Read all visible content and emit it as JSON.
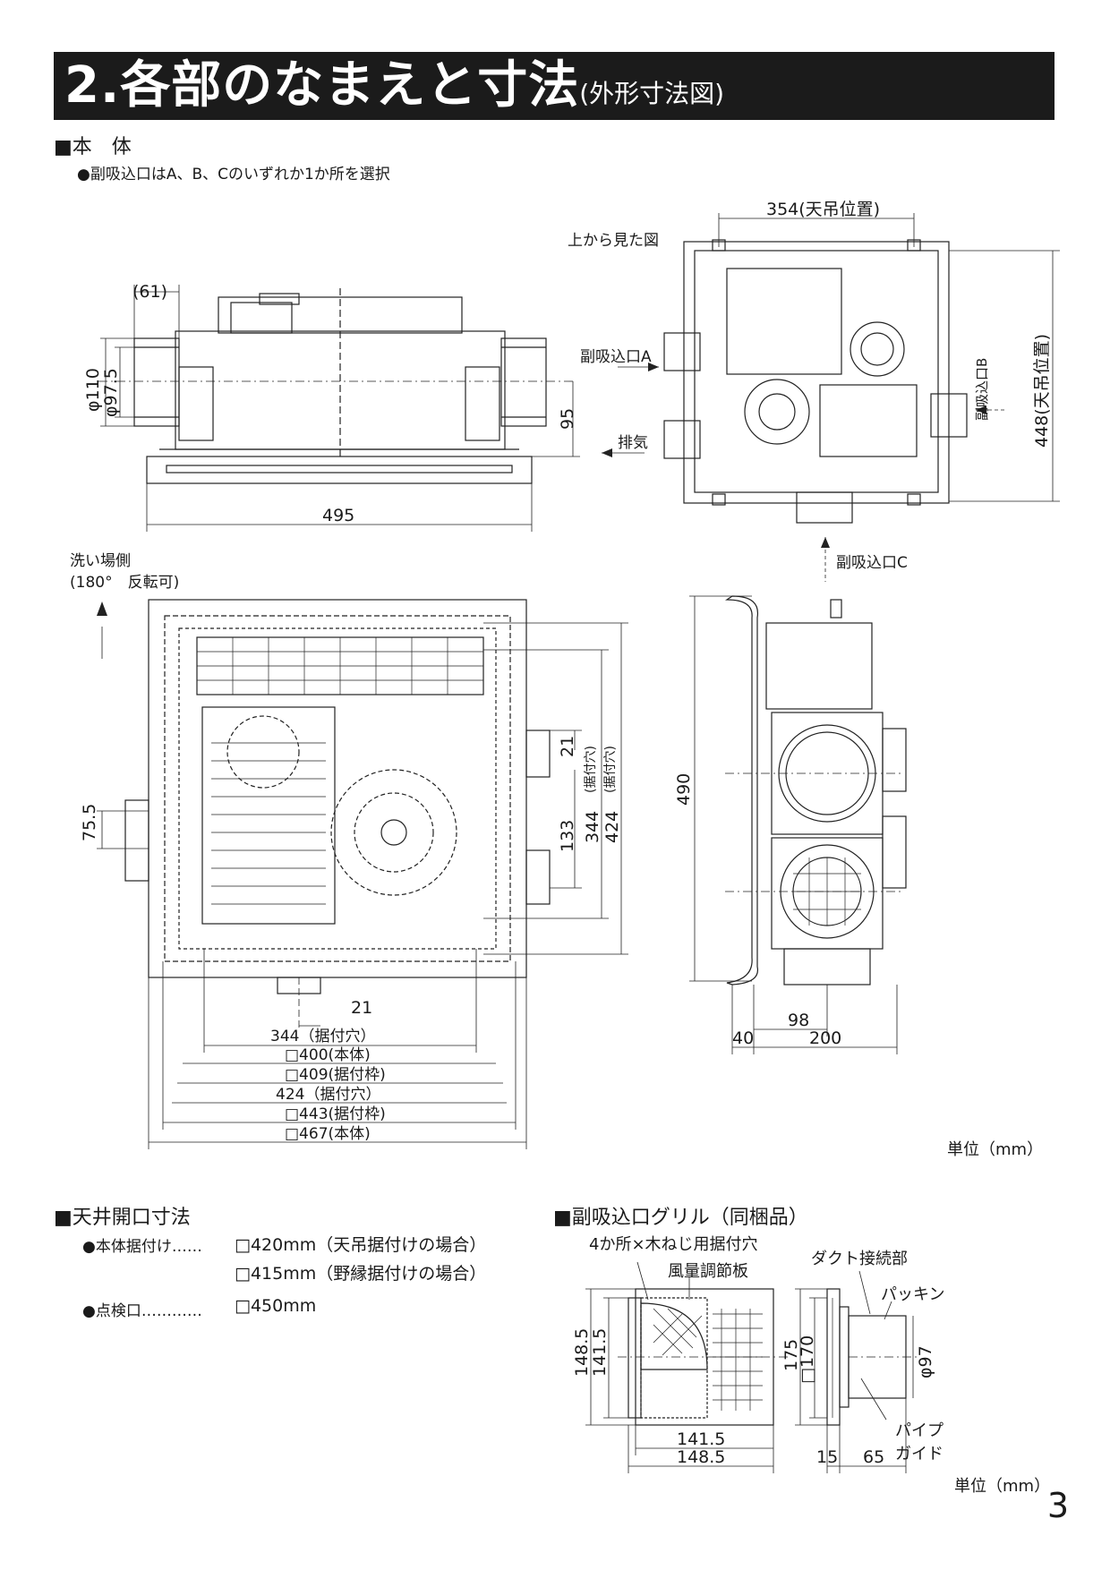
{
  "header": {
    "title": "2.各部のなまえと寸法",
    "subtitle": "(外形寸法図)"
  },
  "main_body": {
    "heading": "■本　体",
    "note": "●副吸込口はA、B、Cのいずれか1か所を選択"
  },
  "front_view": {
    "dims": {
      "d61": "(61)",
      "d110": "φ110",
      "d97_5": "φ97.5",
      "d95": "95",
      "d495": "495"
    }
  },
  "top_view": {
    "label": "上から見た図",
    "dims": {
      "d354": "354(天吊位置)",
      "d448": "448(天吊位置)"
    },
    "labels": {
      "inlet_a": "副吸込口A",
      "inlet_b": "副吸込口B",
      "inlet_c": "副吸込口C",
      "exhaust": "排気"
    }
  },
  "bottom_view": {
    "orientation": [
      "洗い場側",
      "(180°　反転可)"
    ],
    "dims": {
      "d75_5": "75.5",
      "d21_v": "21",
      "d133": "133",
      "d344_v": "344",
      "d424_v": "424",
      "d344_v_note": "(据付穴)",
      "d424_v_note": "(据付穴)",
      "d21_h": "21",
      "d344_h": "344（据付穴）",
      "d400": "□400(本体)",
      "d409": "□409(据付枠)",
      "d424_h": "424（据付穴）",
      "d443": "□443(据付枠)",
      "d467": "□467(本体)"
    }
  },
  "side_view": {
    "dims": {
      "d490": "490",
      "d98": "98",
      "d40": "40",
      "d200": "200"
    }
  },
  "unit_main": "単位（mm）",
  "ceiling_opening": {
    "heading": "■天井開口寸法",
    "items": [
      {
        "label": "●本体据付け……",
        "value": "□420mm（天吊据付けの場合）"
      },
      {
        "label": "",
        "value": "□415mm（野縁据付けの場合）"
      },
      {
        "label": "●点検口…………",
        "value": "□450mm"
      }
    ]
  },
  "grill": {
    "heading": "■副吸込口グリル（同梱品）",
    "labels": {
      "screw_holes": "4か所×木ねじ用据付穴",
      "damper": "風量調節板",
      "duct": "ダクト接続部",
      "packing": "パッキン",
      "pipe_guide": [
        "パイプ",
        "ガイド"
      ]
    },
    "dims": {
      "d148_5_v": "148.5",
      "d141_5_v": "141.5",
      "d141_5_h": "141.5",
      "d148_5_h": "148.5",
      "d175": "175",
      "d170": "□170",
      "d97": "φ97",
      "d15": "15",
      "d65": "65"
    }
  },
  "unit_grill": "単位（mm）",
  "page_number": "3"
}
